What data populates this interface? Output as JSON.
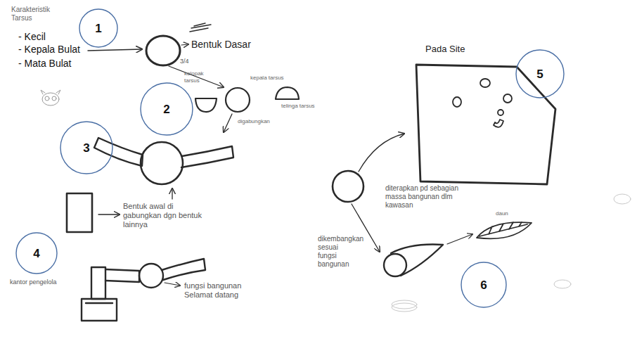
{
  "diagram": {
    "nodes": [
      {
        "text": [
          "1"
        ]
      },
      {
        "text": [
          "2"
        ]
      },
      {
        "text": [
          "3"
        ]
      },
      {
        "text": [
          "4"
        ]
      },
      {
        "text": [
          "5"
        ]
      },
      {
        "text": [
          "6"
        ]
      }
    ],
    "labels": [
      "Karakteristik Tarsus",
      "- Kecil",
      "- Kepala Bulat",
      "- Mata Bulat",
      "3/4",
      "Bentuk Dasar",
      "kelopak tarsus",
      "kepala tarsus",
      "telinga tarsus",
      "digabungkan",
      "Bentuk awal di gabungkan dgn bentuk lainnya",
      "kantor pengelola",
      "fungsi bangunan Selamat datang",
      "Pada Site",
      "diterapkan pd sebagian massa bangunan dlm kawasan",
      "dikembangkan sesuai fungsi bangunan",
      "daun"
    ]
  }
}
